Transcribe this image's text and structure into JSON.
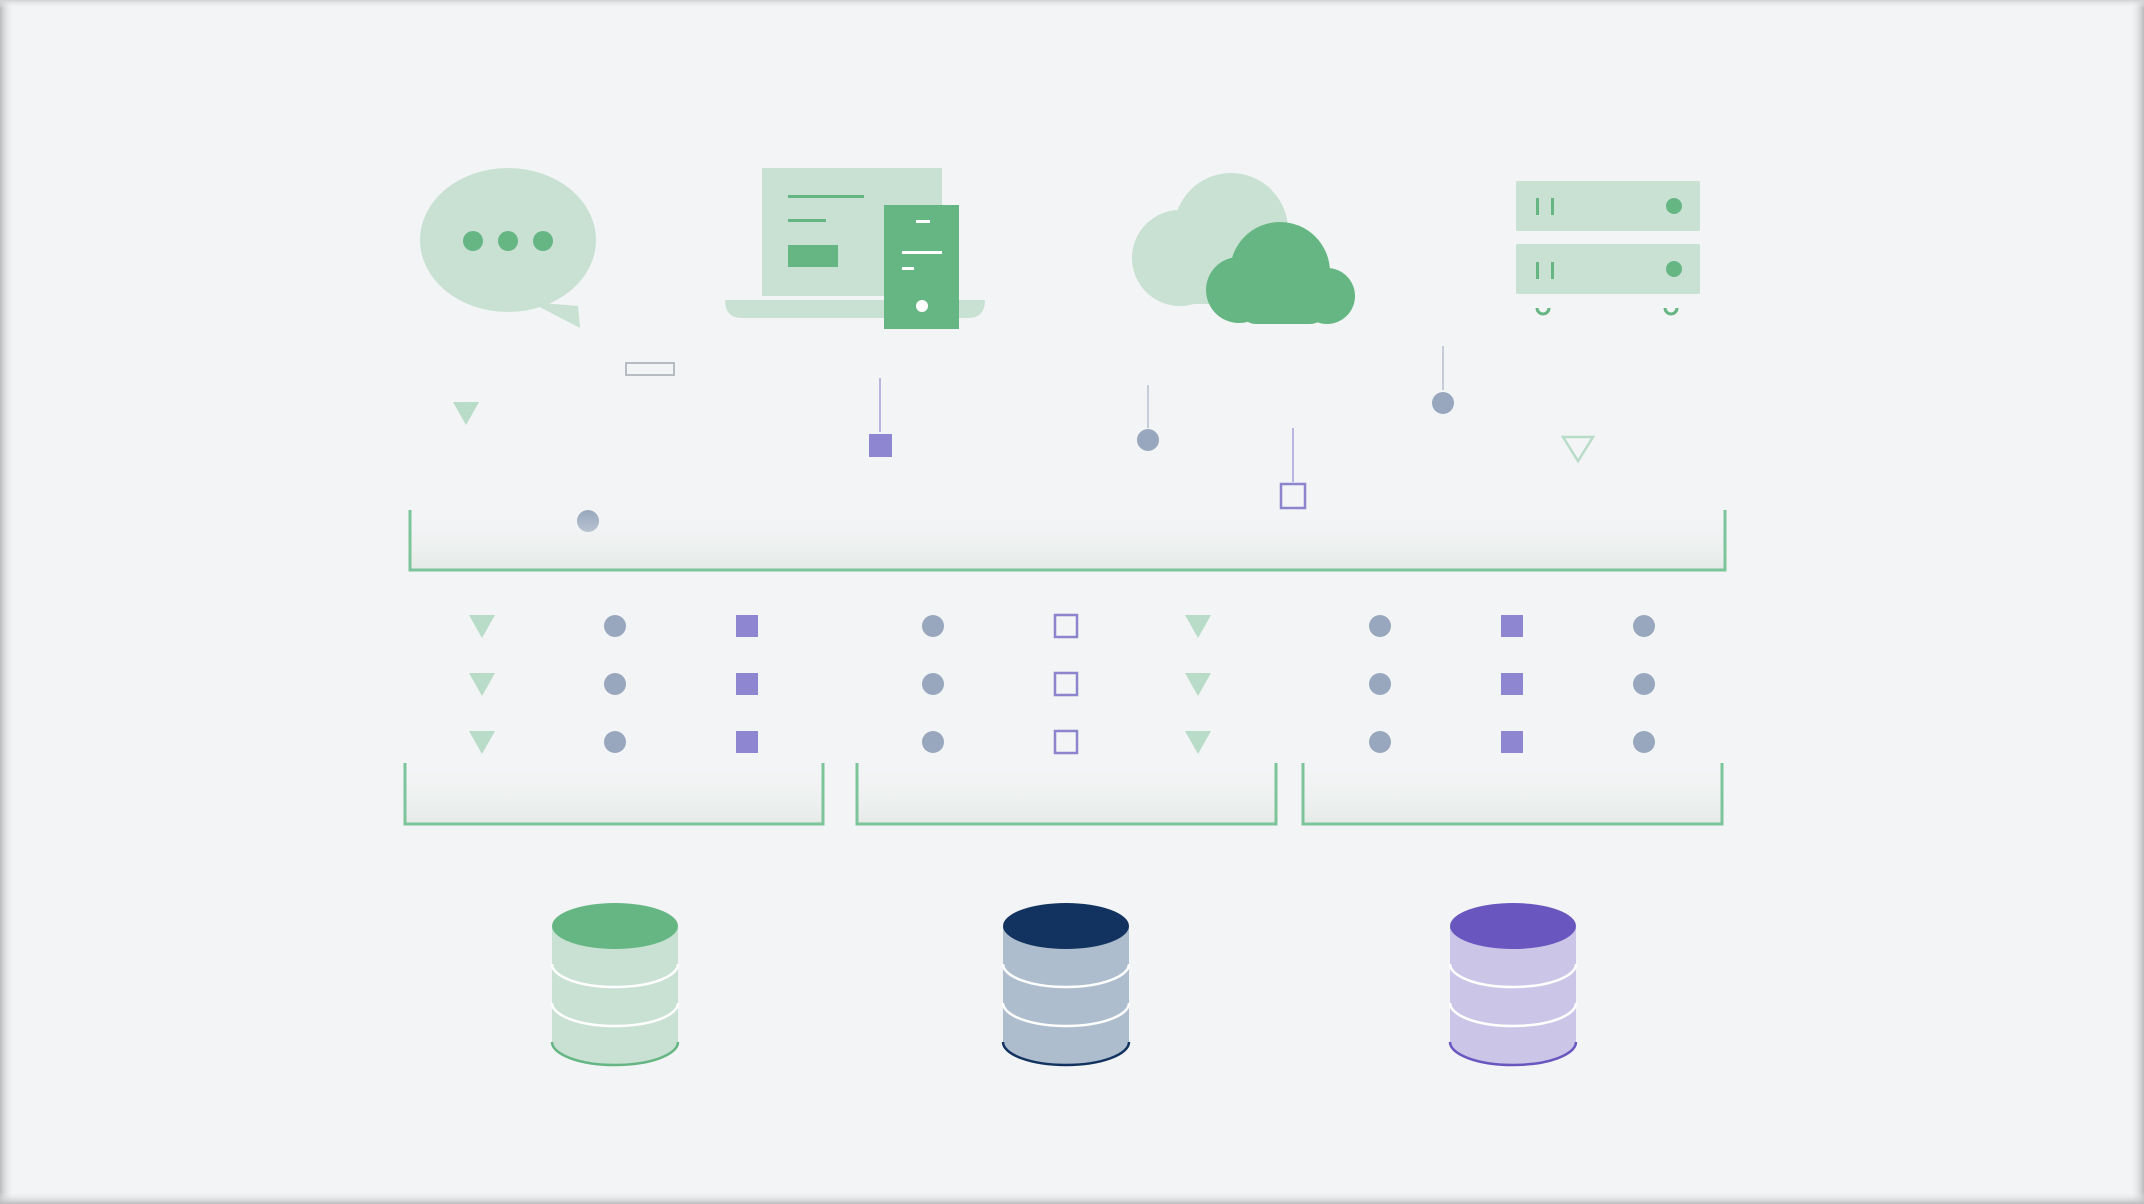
{
  "colors": {
    "background": "#f3f4f5",
    "frame_shadow": "#b9bbbd",
    "green": "#66b684",
    "green_light": "#c8e1d3",
    "green_bracket": "#7cc49a",
    "triangle": "#b9dcc8",
    "dot": "#98a7bd",
    "purple": "#8e86d0",
    "purple_stroke": "#8c84cc",
    "navy": "#12335f",
    "navy_body": "#aebdcd",
    "violet": "#6a56bf",
    "violet_body": "#cbc6e8"
  },
  "diagram": {
    "sources": [
      {
        "icon": "chat-bubble-icon"
      },
      {
        "icon": "laptop-document-icon"
      },
      {
        "icon": "cloud-icon"
      },
      {
        "icon": "server-rack-icon"
      }
    ],
    "groups": [
      {
        "columns": [
          "triangle",
          "dot",
          "square"
        ]
      },
      {
        "columns": [
          "dot",
          "square-outline",
          "triangle"
        ]
      },
      {
        "columns": [
          "dot",
          "square",
          "dot"
        ]
      }
    ],
    "rows_per_column": 3,
    "databases": [
      {
        "icon": "database-green-icon",
        "top": "#66b684",
        "body": "#c8e1d3"
      },
      {
        "icon": "database-navy-icon",
        "top": "#12335f",
        "body": "#aebdcd"
      },
      {
        "icon": "database-violet-icon",
        "top": "#6a56bf",
        "body": "#cbc6e8"
      }
    ]
  }
}
